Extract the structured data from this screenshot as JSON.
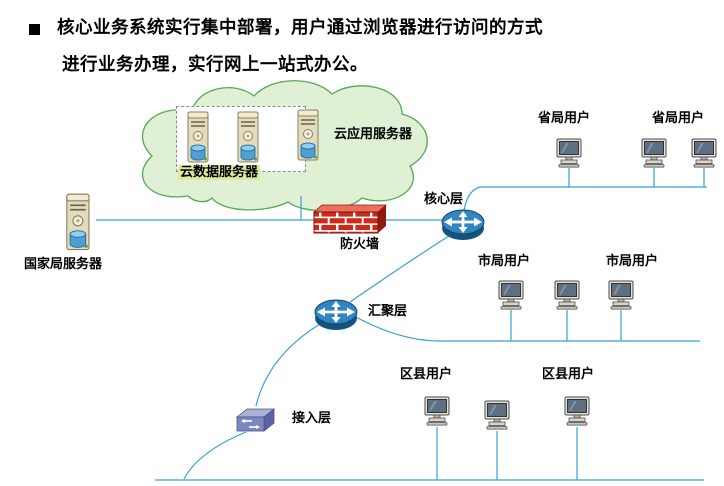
{
  "title": {
    "bullet_line1": "核心业务系统实行集中部署，用户通过浏览器进行访问的方式",
    "bullet_line2": "进行业务办理，实行网上一站式办公。"
  },
  "cloud": {
    "data_server_label": "云数据服务器",
    "app_server_label": "云应用服务器"
  },
  "nodes": {
    "national_server_label": "国家局服务器",
    "firewall_label": "防火墙",
    "core_layer_label": "核心层",
    "aggregation_layer_label": "汇聚层",
    "access_layer_label": "接入层"
  },
  "users": {
    "provincial_label_1": "省局用户",
    "provincial_label_2": "省局用户",
    "city_label_1": "市局用户",
    "city_label_2": "市局用户",
    "district_label_1": "区县用户",
    "district_label_2": "区县用户"
  },
  "icons": {
    "server": "server-icon",
    "workstation": "workstation-icon",
    "router": "router-icon",
    "switch": "switch-icon",
    "firewall": "firewall-icon",
    "cloud": "cloud-shape"
  },
  "colors": {
    "line": "#35a3d0",
    "cloud_fill": "#dff0d5",
    "cloud_stroke": "#55a855",
    "firewall_brick": "#cd2a18",
    "router_blue": "#2f86c1"
  }
}
